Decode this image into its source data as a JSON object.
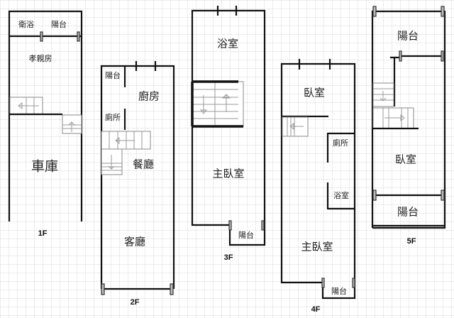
{
  "floors": {
    "f1": {
      "label": "1F",
      "rooms": {
        "bath": "衛浴",
        "balcony": "陽台",
        "elder_room": "孝親房",
        "garage": "車庫"
      }
    },
    "f2": {
      "label": "2F",
      "rooms": {
        "balcony": "陽台",
        "kitchen": "廚房",
        "toilet": "廁所",
        "dining": "餐廳",
        "living": "客廳"
      }
    },
    "f3": {
      "label": "3F",
      "rooms": {
        "bath": "浴室",
        "master": "主臥室",
        "balcony": "陽台"
      }
    },
    "f4": {
      "label": "4F",
      "rooms": {
        "bedroom": "臥室",
        "toilet": "廁所",
        "bath": "浴室",
        "master": "主臥室",
        "balcony": "陽台"
      }
    },
    "f5": {
      "label": "5F",
      "rooms": {
        "balcony_top": "陽台",
        "bedroom": "臥室",
        "balcony_bottom": "陽台"
      }
    }
  }
}
